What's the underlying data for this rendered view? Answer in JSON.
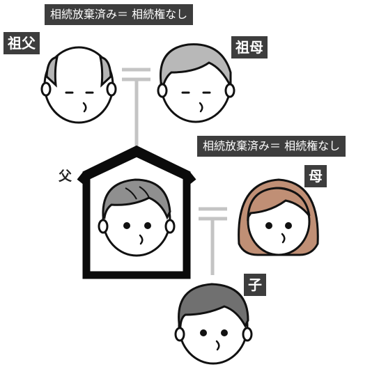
{
  "labels": {
    "grandparents_note": "相続放棄済み＝ 相続権なし",
    "parents_note": "相続放棄済み＝ 相続権なし",
    "grandfather": "祖父",
    "grandmother": "祖母",
    "father": "父",
    "mother": "母",
    "child": "子"
  },
  "colors": {
    "label_bg": "#3d3d3d",
    "line": "#c4c4c4",
    "skin": "#ffffff",
    "outline": "#111111",
    "grandfather_hair": "#b5b5b5",
    "grandmother_hair": "#b8b8b8",
    "father_hair": "#8f8f8f",
    "mother_hair": "#c08f75",
    "child_hair": "#707070",
    "memorial_frame": "#0b0b0b"
  }
}
